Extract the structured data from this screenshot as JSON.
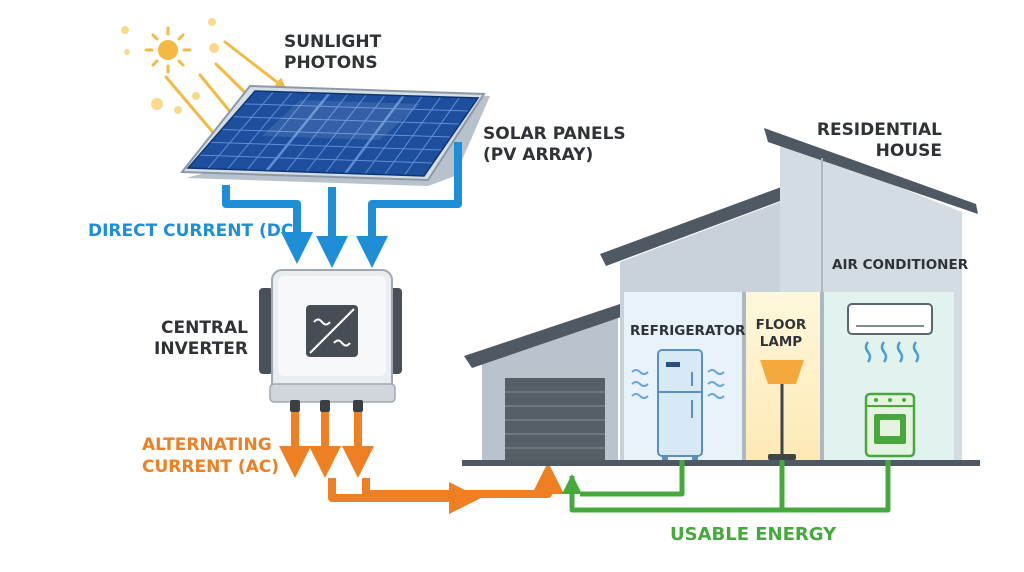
{
  "labels": {
    "sunlight": [
      "SUNLIGHT",
      "PHOTONS"
    ],
    "solar_panels": [
      "SOLAR PANELS",
      "(PV ARRAY)"
    ],
    "house": [
      "RESIDENTIAL",
      "HOUSE"
    ],
    "dc": "DIRECT CURRENT (DC)",
    "inverter": [
      "CENTRAL",
      "INVERTER"
    ],
    "air_conditioner": "AIR CONDITIONER",
    "refrigerator": "REFRIGERATOR",
    "floor_lamp": [
      "FLOOR",
      "LAMP"
    ],
    "ac": [
      "ALTERNATING",
      "CURRENT (AC)"
    ],
    "usable_energy": "USABLE ENERGY"
  },
  "colors": {
    "dc": "#1e8fd6",
    "ac": "#ee7f22",
    "usable": "#47a83e",
    "sun": "#f4b942",
    "panel": "#1d4f9e",
    "text": "#2f3337"
  }
}
